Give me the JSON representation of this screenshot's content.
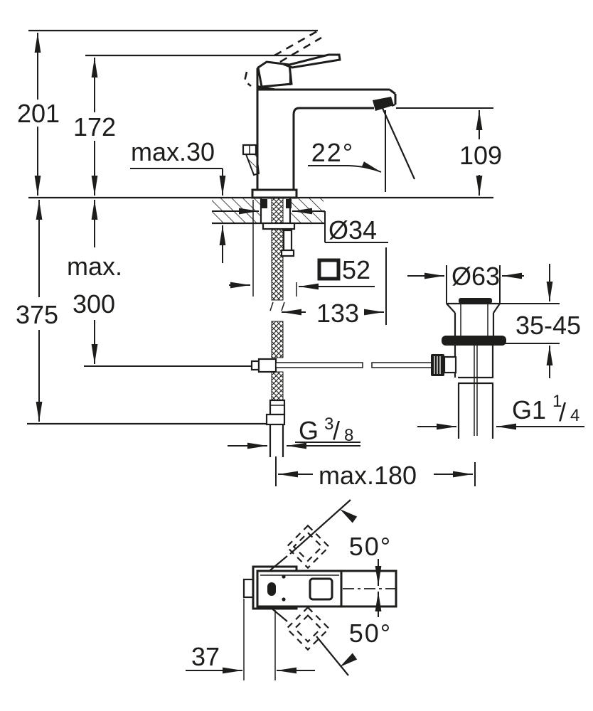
{
  "drawing": {
    "type": "technical-dimension-drawing",
    "subject": "single-lever basin mixer with pop-up waste, side elevation and plan view"
  },
  "labels": {
    "total_height": "201",
    "lever_height": "172",
    "deck_thickness_max": "max.30",
    "spout_angle": "22°",
    "outlet_height": "109",
    "below_deck_max_word": "max.",
    "below_deck_max_value": "300",
    "overall_depth": "375",
    "shank_diameter": "Ø34",
    "base_square": "52",
    "spout_reach": "133",
    "waste_flange_diameter": "Ø63",
    "mounting_range": "35-45",
    "waste_thread_base": "G1",
    "waste_thread_sup": "1",
    "waste_thread_slash": "/",
    "waste_thread_sub": "4",
    "supply_thread_base": "G",
    "supply_thread_sup": "3",
    "supply_thread_slash": "/",
    "supply_thread_sub": "8",
    "center_distance": "max.180",
    "swivel_angle_upper": "50°",
    "swivel_angle_lower": "50°",
    "lever_offset": "37"
  },
  "colors": {
    "line": "#1d1d1b",
    "background": "#ffffff"
  }
}
